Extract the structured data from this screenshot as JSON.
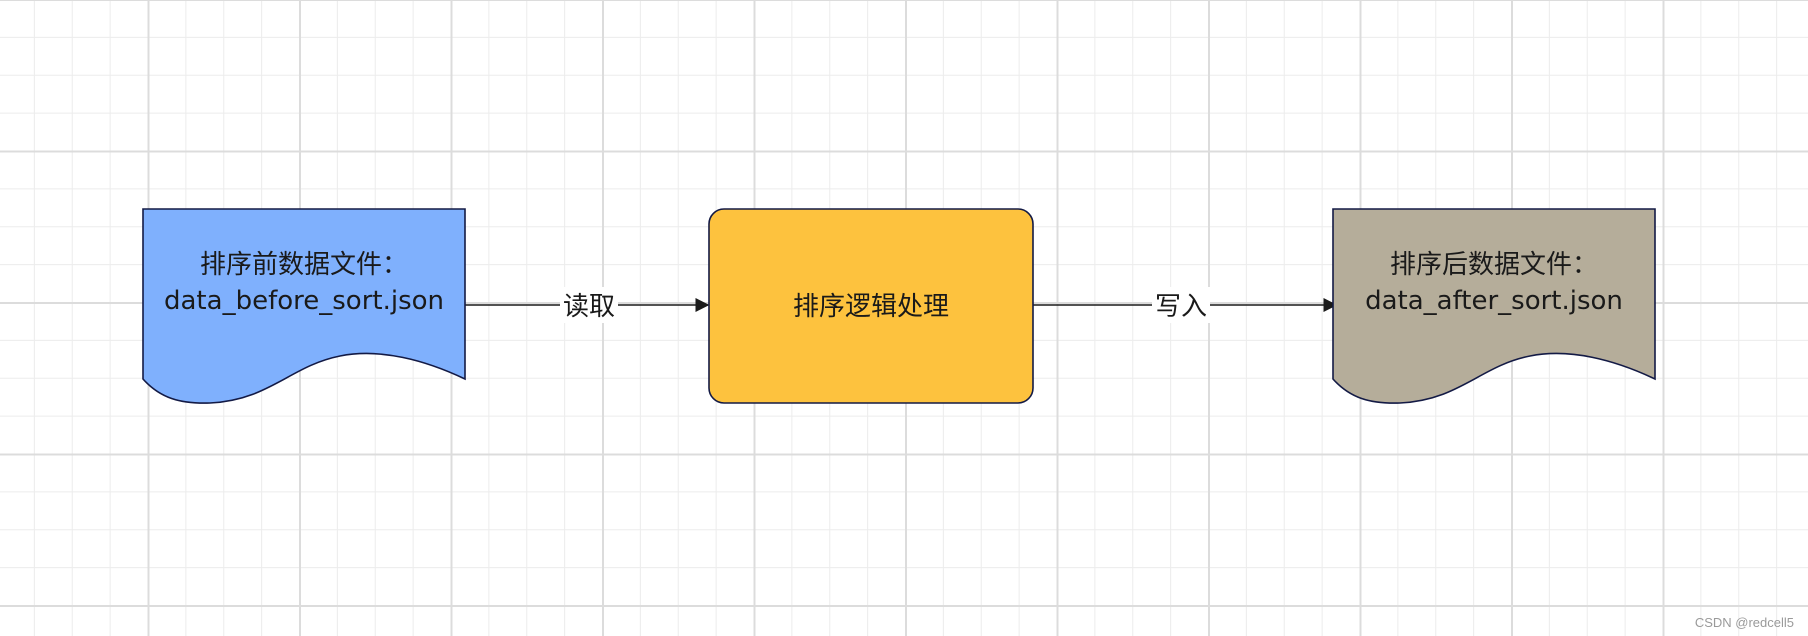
{
  "nodes": {
    "source_doc": {
      "line1": "排序前数据文件：",
      "line2": "data_before_sort.json",
      "fill": "#7fb0fd"
    },
    "process": {
      "label": "排序逻辑处理",
      "fill": "#fdc23e"
    },
    "target_doc": {
      "line1": "排序后数据文件：",
      "line2": "data_after_sort.json",
      "fill": "#b5ad9a"
    }
  },
  "edges": {
    "read": {
      "label": "读取"
    },
    "write": {
      "label": "写入"
    }
  },
  "stroke_color": "#131a45",
  "watermark": "CSDN @redcell5"
}
